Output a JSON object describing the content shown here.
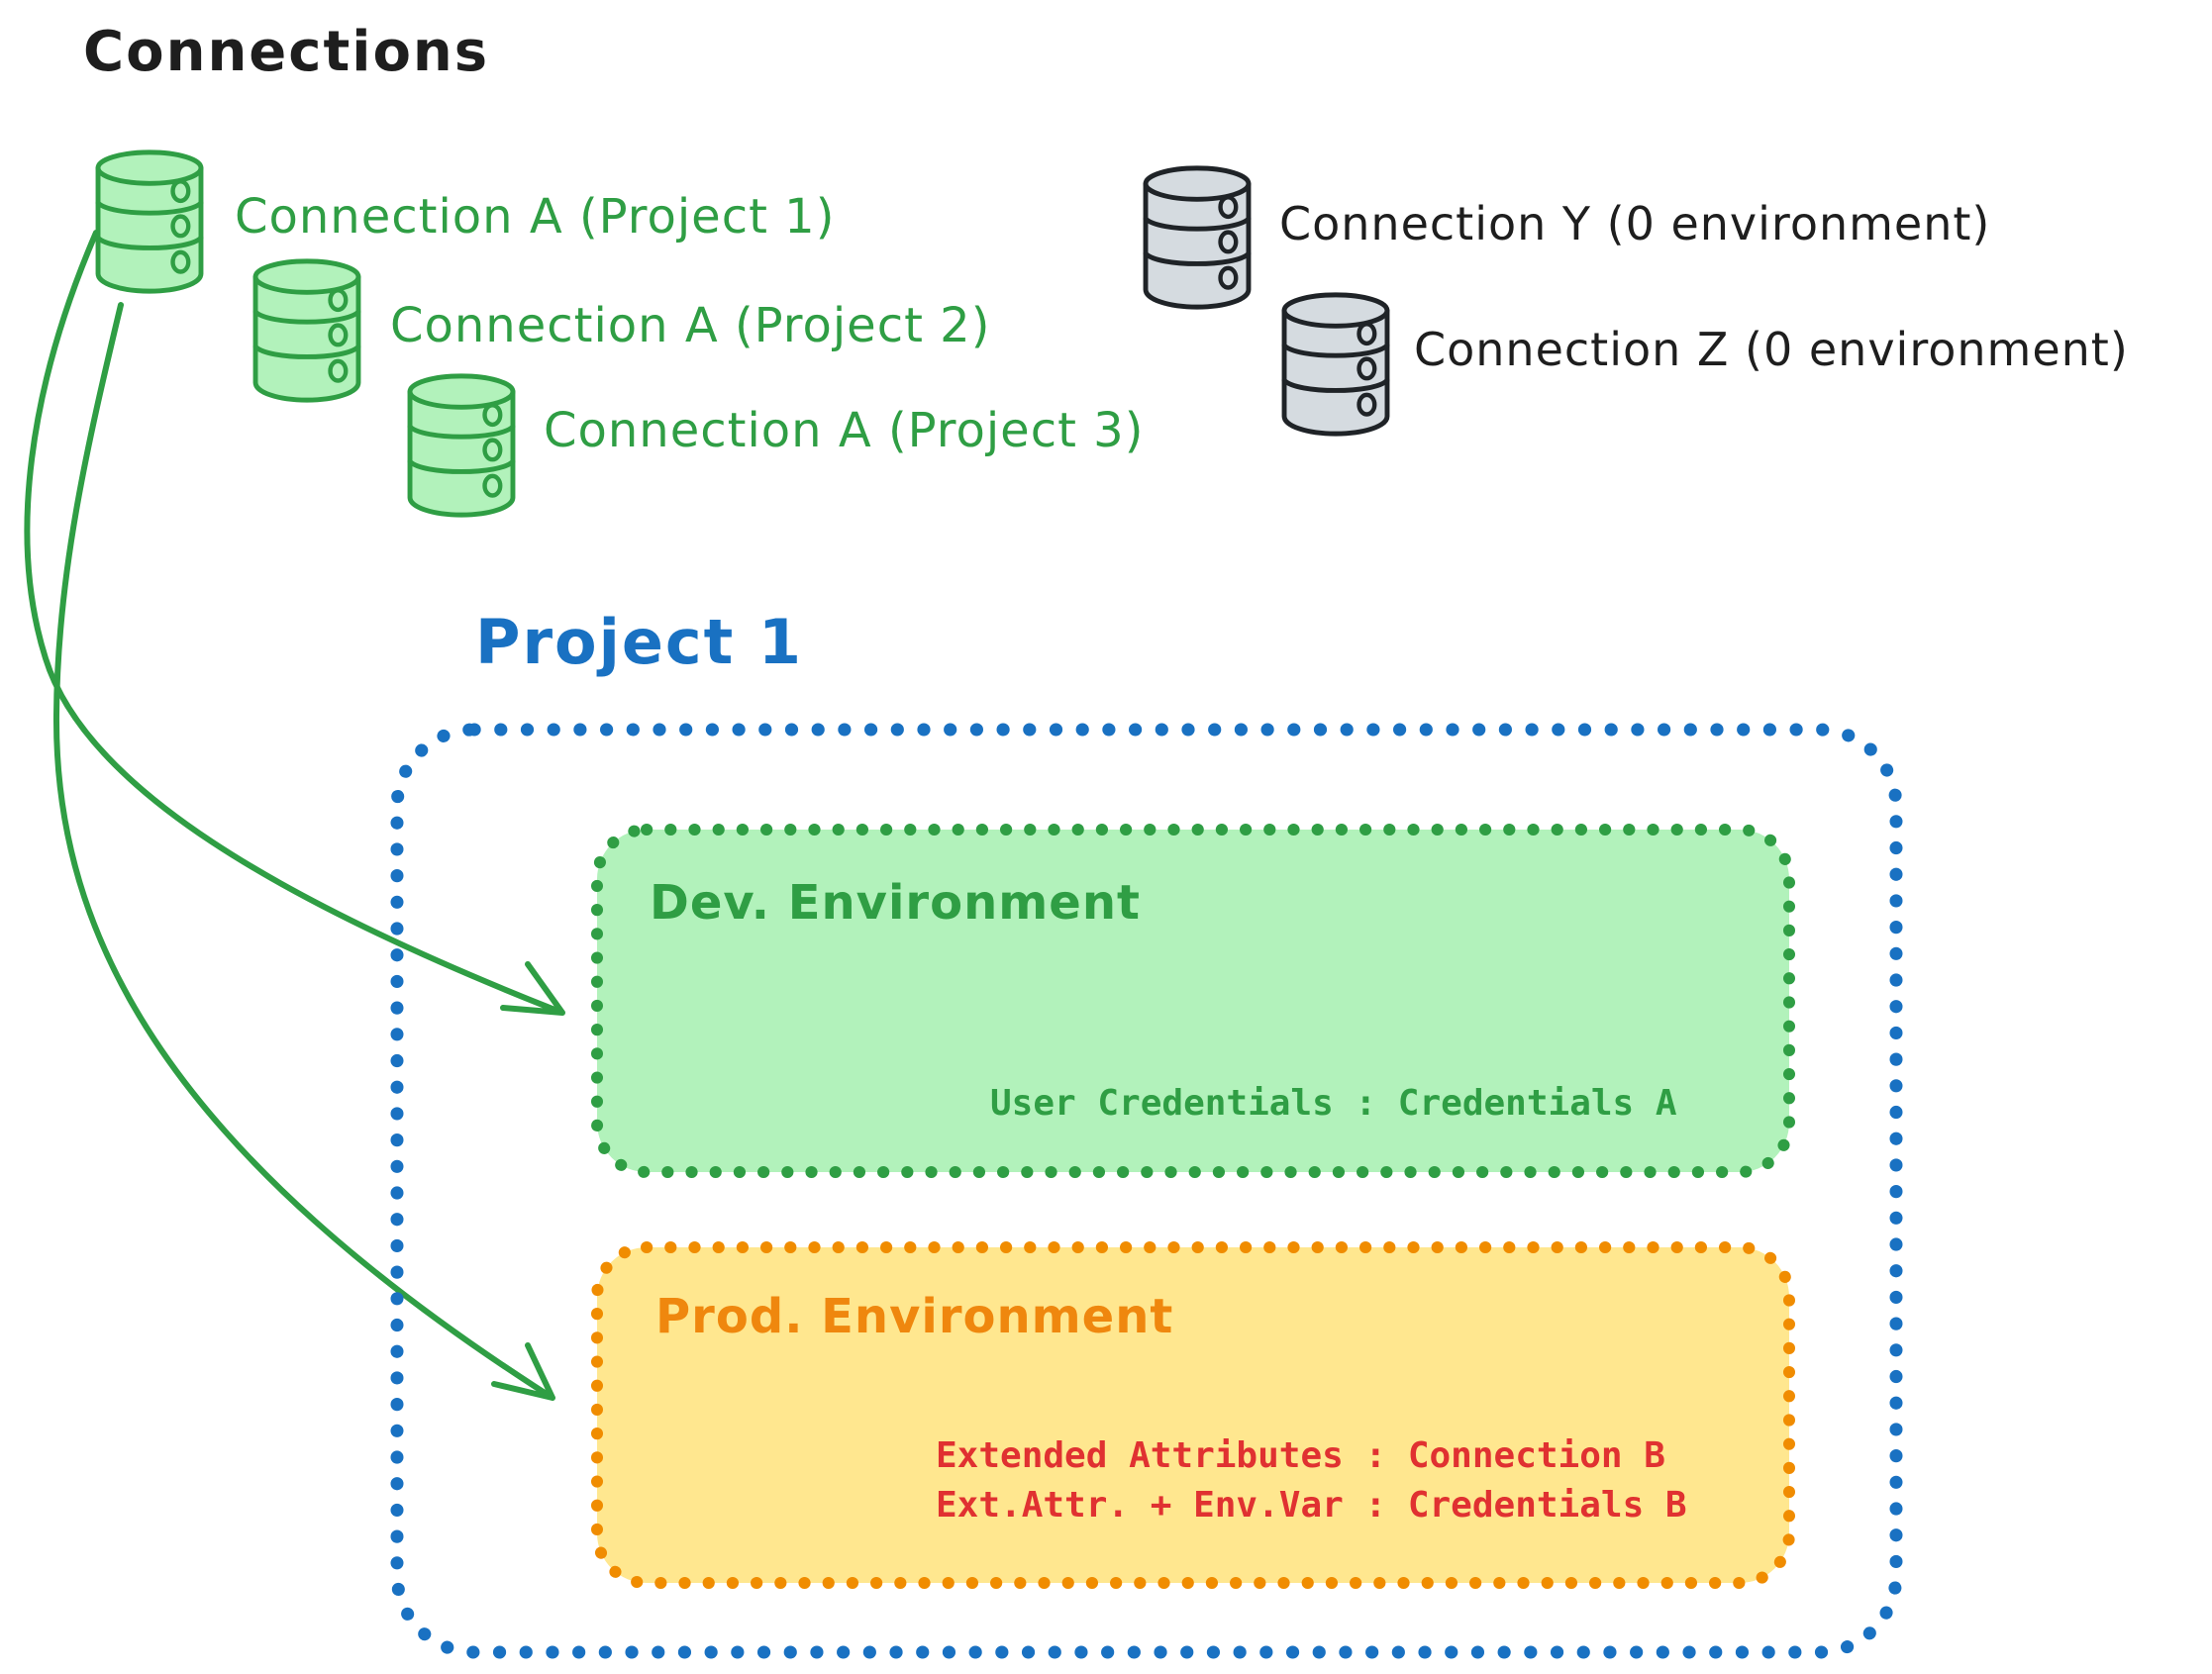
{
  "header": {
    "title": "Connections"
  },
  "green_connections": [
    {
      "label": "Connection A (Project 1)"
    },
    {
      "label": "Connection A (Project 2)"
    },
    {
      "label": "Connection A (Project 3)"
    }
  ],
  "gray_connections": [
    {
      "label": "Connection Y (0 environment)"
    },
    {
      "label": "Connection Z (0 environment)"
    }
  ],
  "project": {
    "title": "Project 1",
    "environments": [
      {
        "name": "Dev. Environment",
        "mappings": [
          "User Credentials : Credentials A"
        ]
      },
      {
        "name": "Prod. Environment",
        "mappings": [
          "Extended Attributes : Connection B",
          "Ext.Attr. + Env.Var : Credentials B"
        ]
      }
    ]
  },
  "icons": {
    "database_green": "database-cylinder-icon",
    "database_gray": "database-cylinder-icon",
    "arrow": "curved-arrow"
  },
  "colors": {
    "ink": "#1e1e1e",
    "green_stroke": "#2f9e44",
    "green_fill": "#b2f2bb",
    "gray_fill": "#d5dbe0",
    "blue": "#1971c2",
    "orange_border": "#f08c00",
    "orange_text": "#ef870e",
    "yellow_fill": "#ffe78f",
    "red_text": "#e03131"
  }
}
